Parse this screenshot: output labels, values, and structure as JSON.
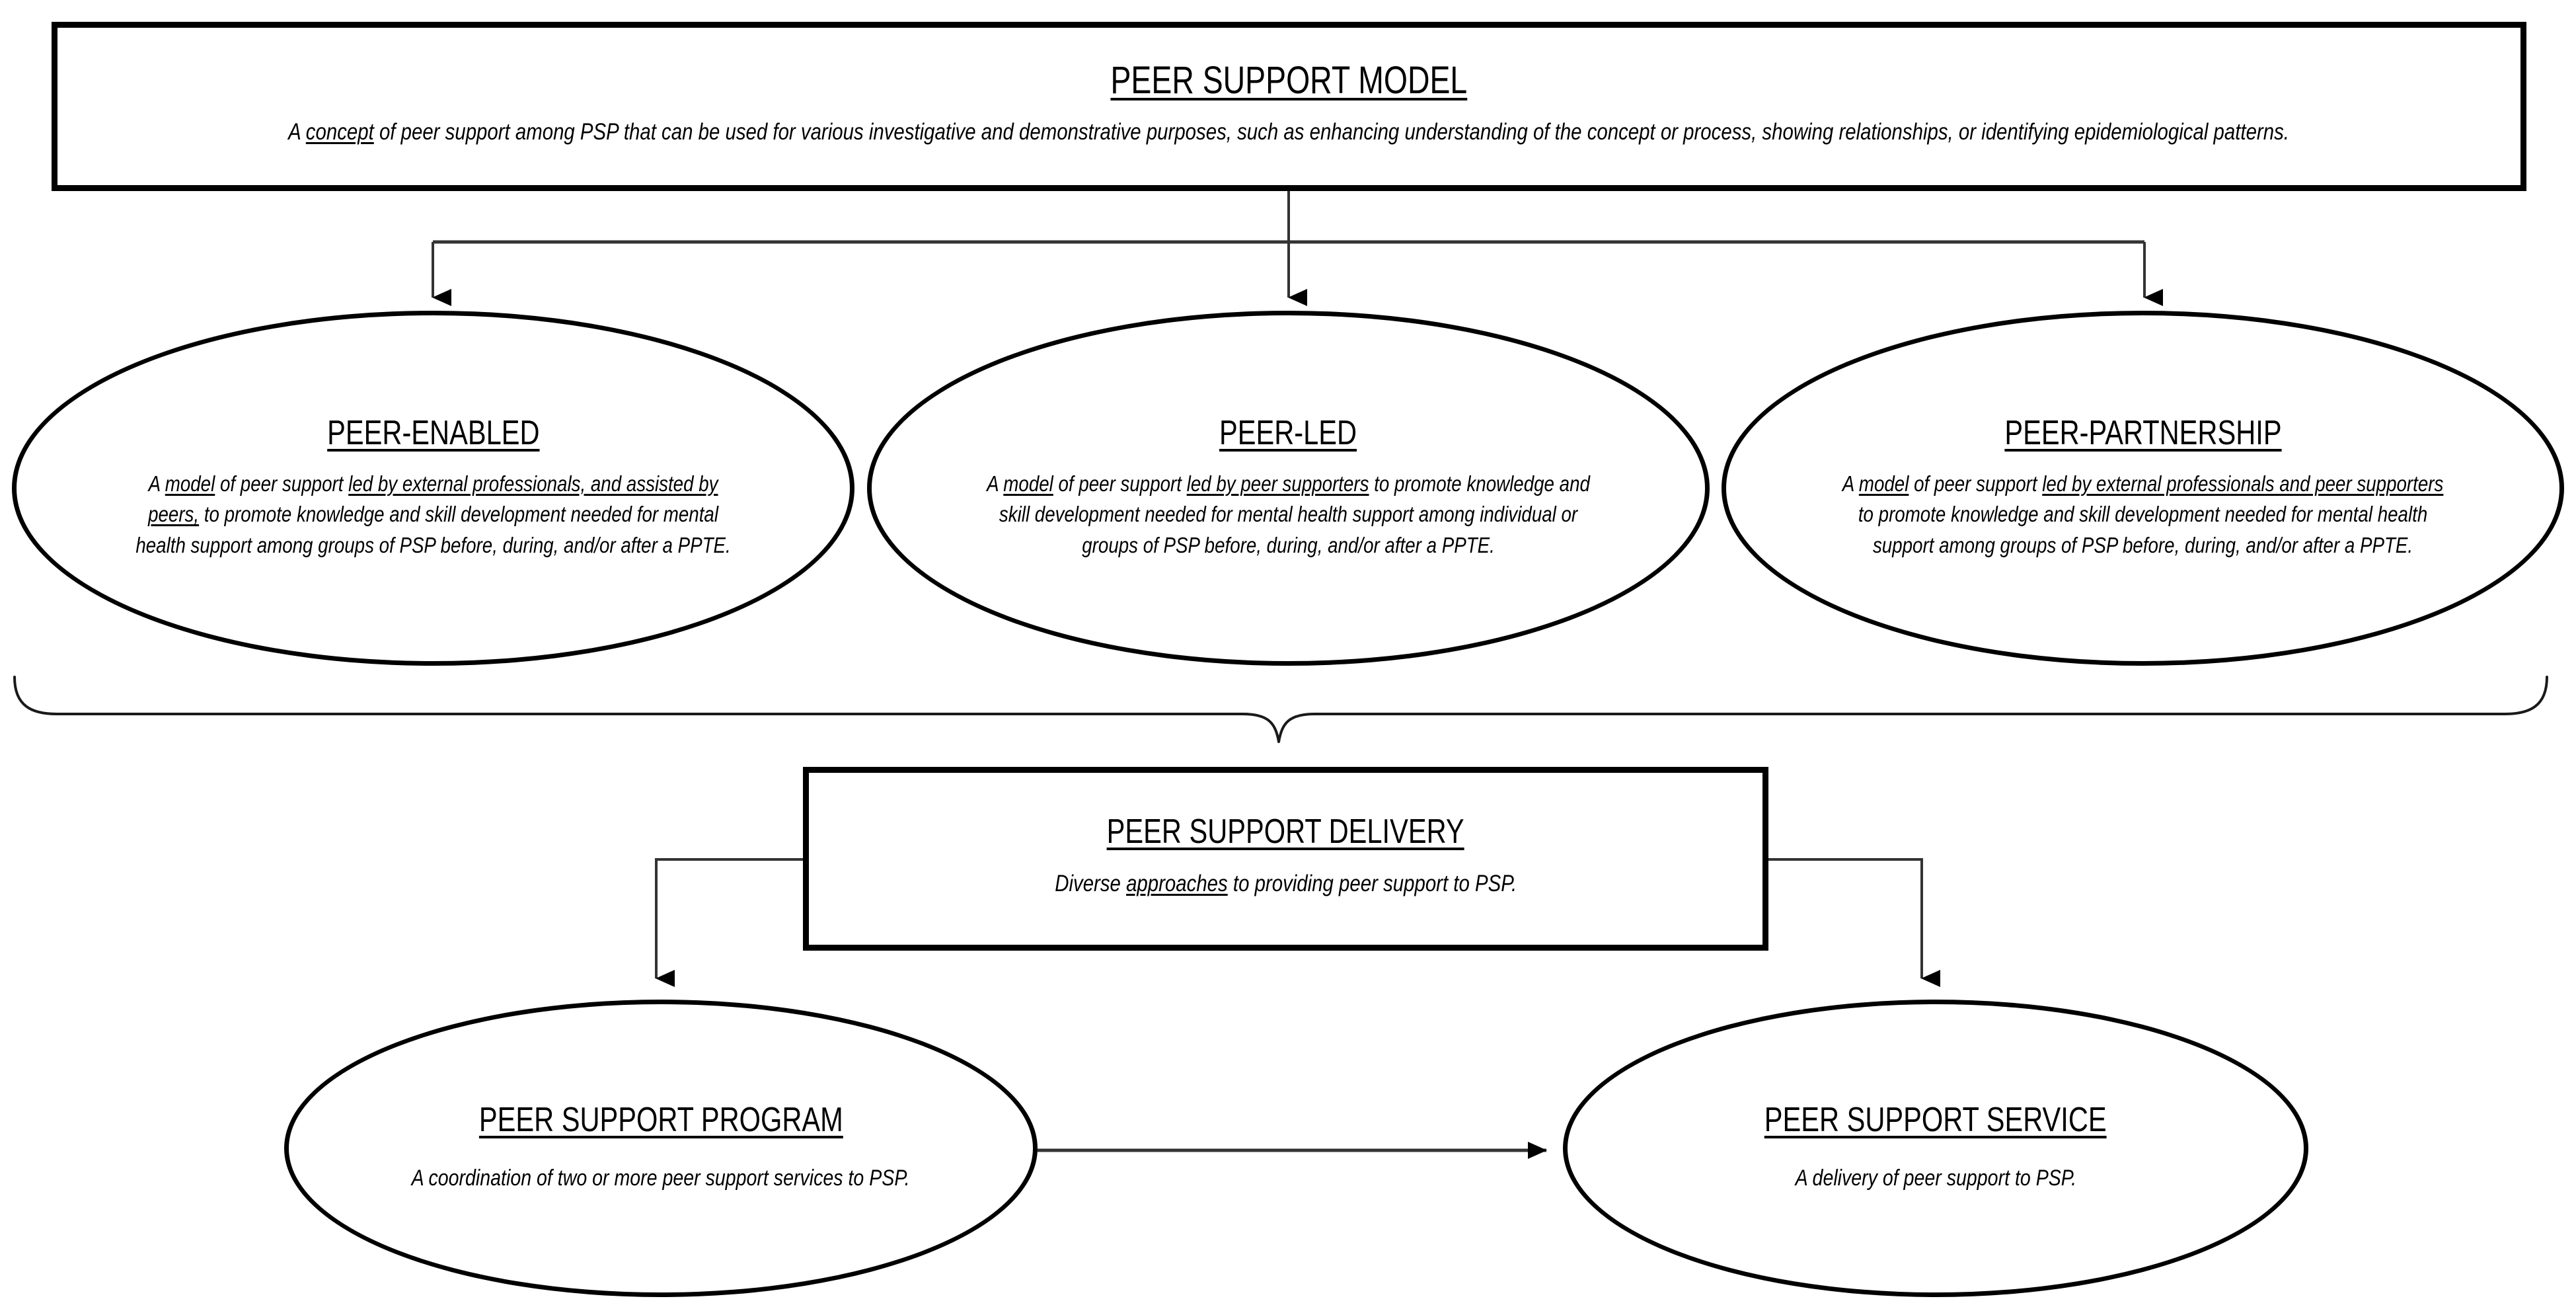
{
  "diagram": {
    "title": "PEER SUPPORT MODEL",
    "colors": {
      "stroke": "#000000",
      "background": "#ffffff",
      "connector": "#404040"
    }
  },
  "model_box": {
    "title": "PEER SUPPORT MODEL",
    "body_pre": "A ",
    "body_underline": "concept",
    "body_post": " of peer support among PSP that can be used for various investigative and demonstrative purposes, such as enhancing understanding of the concept or process, showing relationships, or identifying epidemiological patterns."
  },
  "models": [
    {
      "id": "peer-enabled",
      "title": "PEER-ENABLED",
      "seg1": "A ",
      "seg2_u": "model",
      "seg3": " of peer support ",
      "seg4_u": "led by external professionals, and assisted by peers,",
      "seg5": " to promote knowledge and skill development needed for mental health support among groups of PSP before, during, and/or after a PPTE."
    },
    {
      "id": "peer-led",
      "title": "PEER-LED",
      "seg1": "A ",
      "seg2_u": "model",
      "seg3": " of peer support ",
      "seg4_u": "led by peer supporters",
      "seg5": " to promote knowledge and skill development needed for mental health support among individual or groups of PSP before, during, and/or after a PPTE."
    },
    {
      "id": "peer-partnership",
      "title": "PEER-PARTNERSHIP",
      "seg1": "A ",
      "seg2_u": "model",
      "seg3": " of peer support ",
      "seg4_u": "led by external professionals and peer supporters",
      "seg5": " to promote knowledge and skill development needed for mental health support among groups of PSP before, during, and/or after a PPTE."
    }
  ],
  "delivery_box": {
    "title": "PEER SUPPORT DELIVERY",
    "seg1": "Diverse ",
    "seg2_u": "approaches",
    "seg3": " to providing peer support to PSP."
  },
  "outcomes": [
    {
      "id": "peer-support-program",
      "title": "PEER SUPPORT PROGRAM",
      "body": "A coordination of two or more peer support services to PSP."
    },
    {
      "id": "peer-support-service",
      "title": "PEER SUPPORT SERVICE",
      "body": "A delivery of peer support to PSP."
    }
  ]
}
